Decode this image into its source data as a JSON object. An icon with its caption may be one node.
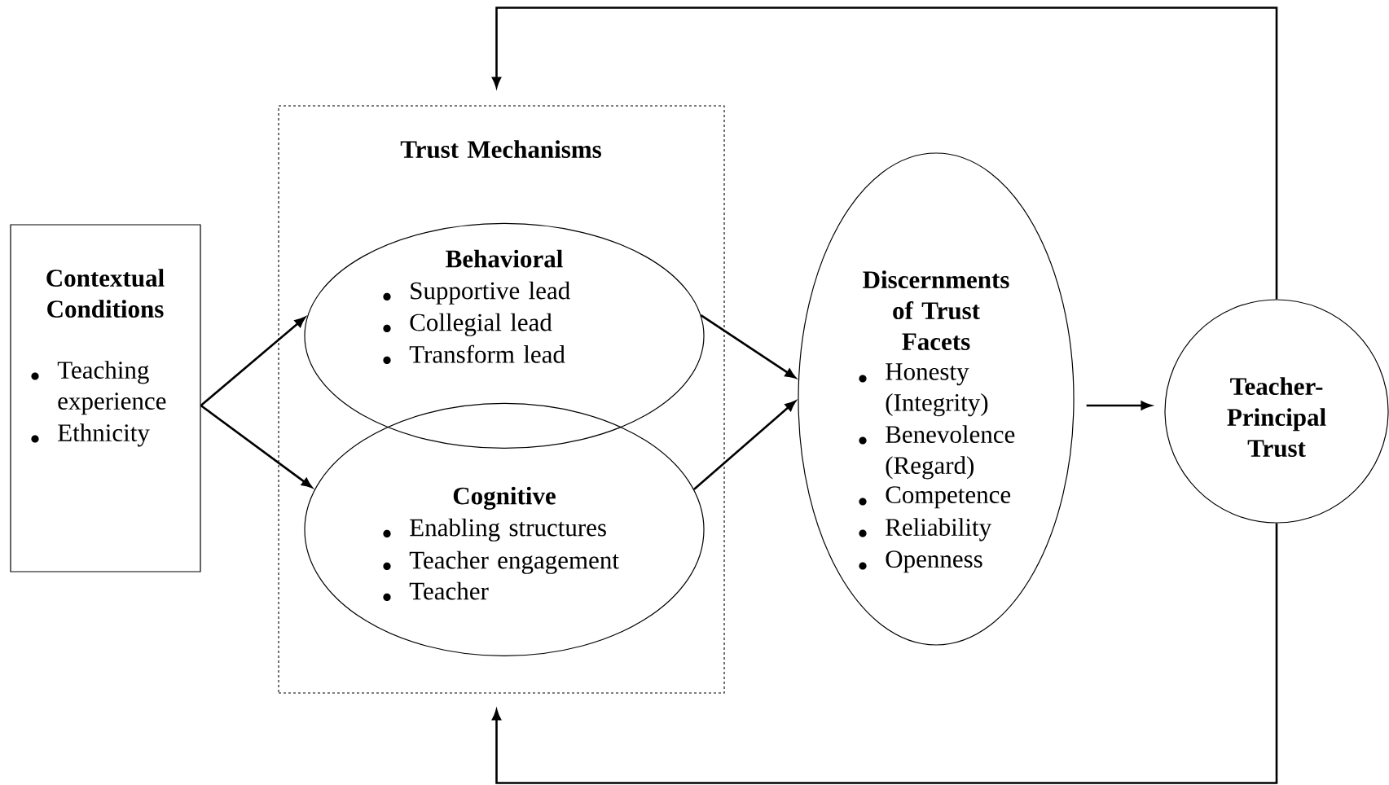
{
  "diagram": {
    "nodes": [
      {
        "text": [
          "Contextual Conditions",
          "Teaching experience",
          "Ethnicity"
        ]
      },
      {
        "text": [
          "Trust Mechanisms"
        ]
      },
      {
        "text": [
          "Behavioral",
          "Supportive lead",
          "Collegial lead",
          "Transform lead"
        ],
        "in": 1
      },
      {
        "text": [
          "Cognitive",
          "Enabling structures",
          "Teacher engagement",
          "Teacher"
        ],
        "in": 1
      },
      {
        "text": [
          "Discernments of Trust Facets",
          "Honesty (Integrity)",
          "Benevolence (Regard)",
          "Competence",
          "Reliability",
          "Openness"
        ]
      },
      {
        "text": [
          "Teacher-Principal Trust"
        ]
      }
    ],
    "edges": [
      {
        "from": 0,
        "to": 2,
        "arrow": "to"
      },
      {
        "from": 0,
        "to": 3,
        "arrow": "to"
      },
      {
        "from": 2,
        "to": 4,
        "arrow": "to"
      },
      {
        "from": 3,
        "to": 4,
        "arrow": "to"
      },
      {
        "from": 4,
        "to": 5,
        "arrow": "to"
      },
      {
        "from": 5,
        "to": 1,
        "arrow": "to"
      },
      {
        "from": 5,
        "to": 1,
        "arrow": "to"
      }
    ]
  }
}
